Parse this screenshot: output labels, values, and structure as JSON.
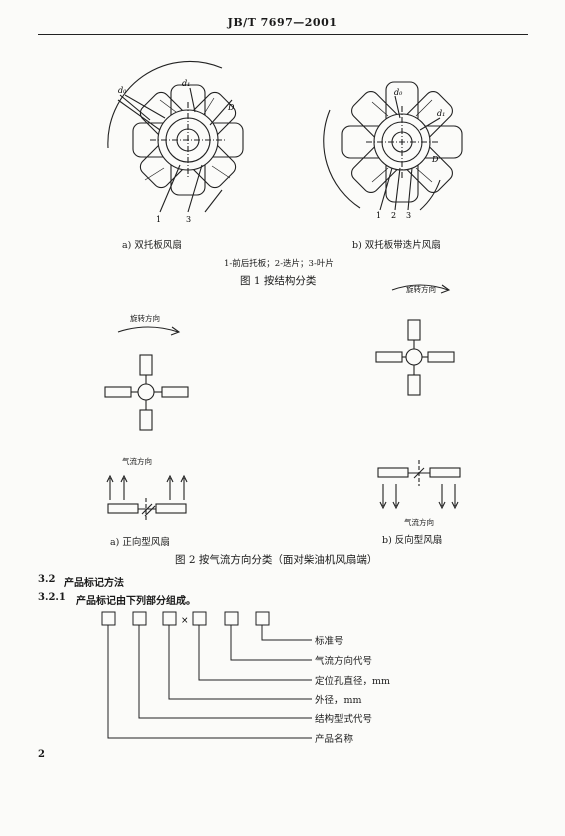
{
  "header": {
    "standard_no": "JB/T 7697—2001"
  },
  "figure1": {
    "label_a": "a)  双托板风扇",
    "label_b": "b)  双托板带迭片风扇",
    "legend": "1-前后托板；2-迭片；3-叶片",
    "title": "图 1    按结构分类",
    "callouts_a": {
      "d0": "d₀",
      "d1": "d₁",
      "D": "D",
      "n1": "1",
      "n3": "3"
    },
    "callouts_b": {
      "d0": "d₀",
      "d1": "d₁",
      "D": "D",
      "n1": "1",
      "n2": "2",
      "n3": "3"
    }
  },
  "figure2": {
    "rotation_a": "旋转方向",
    "rotation_b": "旋转方向",
    "airflow_a": "气流方向",
    "airflow_b": "气流方向",
    "label_a": "a)  正向型风扇",
    "label_b": "b)  反向型风扇",
    "title": "图 2    按气流方向分类（面对柴油机风扇端）"
  },
  "section": {
    "num_3_2": "3.2",
    "title_3_2": "产品标记方法",
    "num_3_2_1": "3.2.1",
    "text_3_2_1": "产品标记由下列部分组成。"
  },
  "marking": {
    "times": "×",
    "labels": [
      "标准号",
      "气流方向代号",
      "定位孔直径，mm",
      "外径，mm",
      "结构型式代号",
      "产品名称"
    ]
  },
  "page_number": "2"
}
